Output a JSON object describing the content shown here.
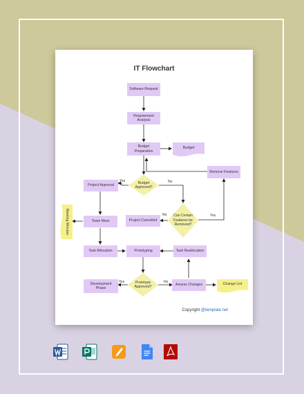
{
  "document": {
    "title": "IT Flowchart",
    "copyright_prefix": "Copyright",
    "copyright_link": "@template.net"
  },
  "flowchart": {
    "nodes": {
      "software_request": "Software Request",
      "requirement_analysis": "Requirement\nAnalysis",
      "budget_preparation": "Budget\nPreparation",
      "budget": "Budget",
      "remove_features": "Remove Features",
      "budget_approved": "Budget\nApproved?",
      "project_approval": "Project Approval",
      "can_remove_features": "Can Certain\nFeatures be\nRemoved?",
      "project_cancelled": "Project Cancelled",
      "team_meet": "Team Meet",
      "meeting_minutes": "Meeting Minutes",
      "task_allocation": "Task Allocation",
      "prototyping": "Prototyping",
      "task_reallocation": "Task Reallocation",
      "development_phase": "Development\nPhase",
      "prototype_approved": "Prototype\nApproved?",
      "assess_changes": "Assess Changes",
      "change_list": "Change List"
    },
    "labels": {
      "budget_yes": "Yes",
      "budget_no": "No",
      "features_yes": "Yes",
      "features_no": "No",
      "prototype_yes": "Yes",
      "prototype_no": "No"
    }
  },
  "colors": {
    "node_fill": "#e1c9f5",
    "decision_fill": "#f3f0a8",
    "note_fill": "#f6f08a",
    "link": "#2a66c7",
    "bg_olive": "#cdc99b",
    "bg_lavender": "#d9d2e3"
  },
  "app_icons": [
    "word-icon",
    "publisher-icon",
    "pages-icon",
    "google-docs-icon",
    "pdf-icon"
  ]
}
